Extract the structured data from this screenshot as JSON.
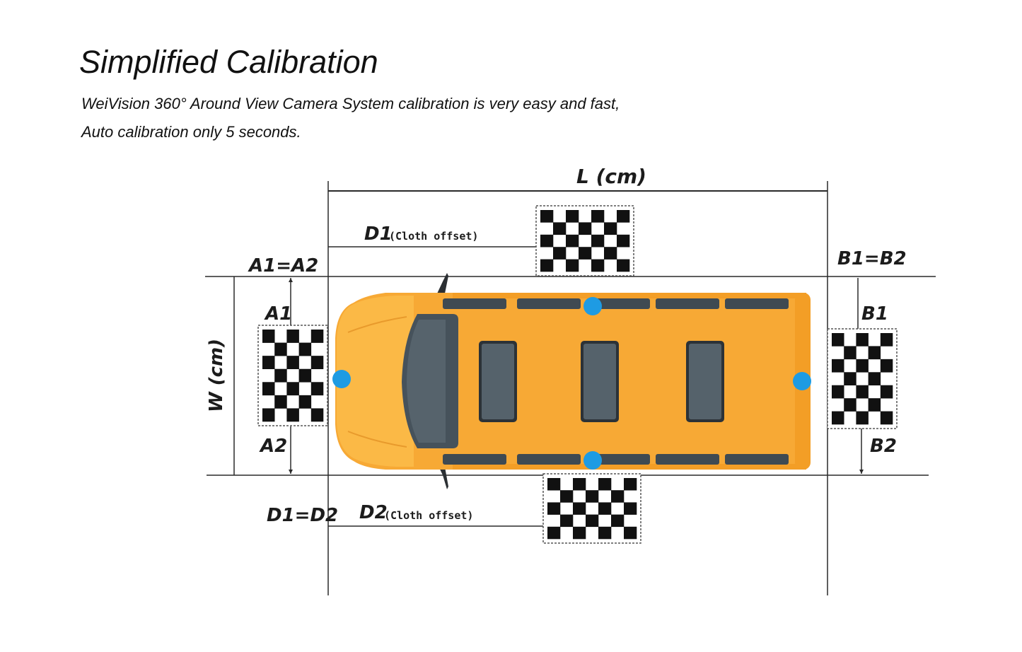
{
  "header": {
    "title": "Simplified Calibration",
    "subtitle_line1": "WeiVision 360° Around View Camera System calibration is very easy and fast,",
    "subtitle_line2": "Auto calibration only 5 seconds."
  },
  "diagram": {
    "labels": {
      "length": "L (cm)",
      "width": "W (cm)",
      "a1_eq_a2": "A1=A2",
      "a1": "A1",
      "a2": "A2",
      "b1_eq_b2": "B1=B2",
      "b1": "B1",
      "b2": "B2",
      "d1": "D1",
      "d2": "D2",
      "d1_eq_d2": "D1=D2",
      "cloth_offset": "(Cloth offset)"
    },
    "colors": {
      "vehicle_body": "#f7a935",
      "vehicle_front": "#fbb946",
      "window": "#4d5a63",
      "camera_dot": "#1e9be3",
      "line": "#2a2a2a"
    }
  }
}
